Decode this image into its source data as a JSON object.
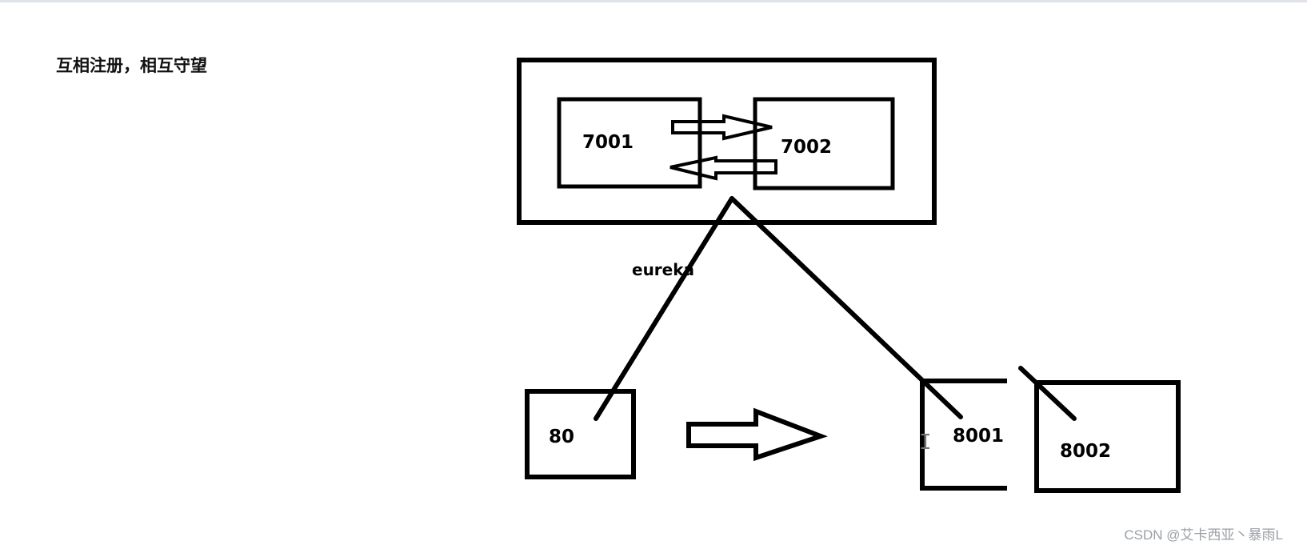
{
  "page": {
    "heading": "互相注册，相互守望",
    "watermark": "CSDN @艾卡西亚丶暴雨L"
  },
  "diagram": {
    "cluster_label": "eureka",
    "nodes": {
      "eureka_a": "7001",
      "eureka_b": "7002",
      "consumer": "80",
      "provider_a": "8001",
      "provider_b": "8002"
    },
    "stroke_color": "#000000",
    "cursor_glyph": "I"
  }
}
